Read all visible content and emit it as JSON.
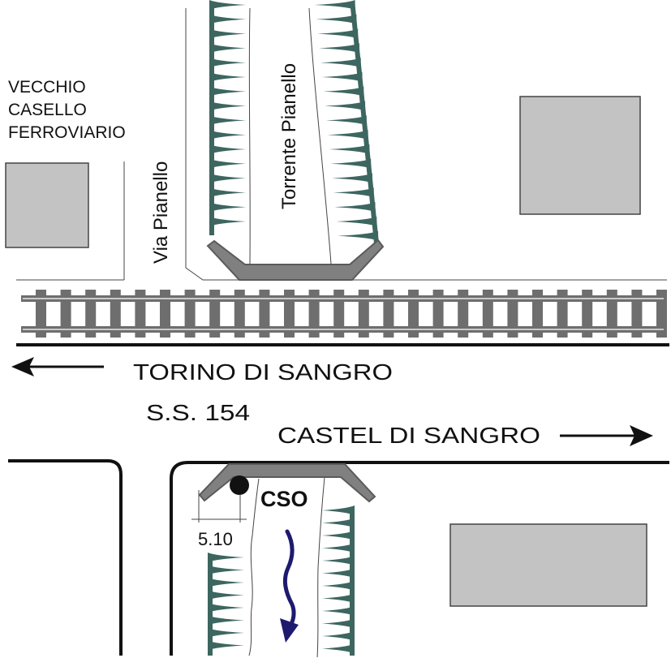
{
  "labels": {
    "old_station": [
      "VECCHIO",
      "CASELLO",
      "FERROVIARIO"
    ],
    "street": "Via Pianello",
    "stream": "Torrente Pianello",
    "direction_west": "TORINO DI SANGRO",
    "road_name": "S.S. 154",
    "direction_east": "CASTEL DI SANGRO",
    "cso": "CSO",
    "dimension": "5.10"
  },
  "icons": {
    "arrow_west": "arrow-left",
    "arrow_east": "arrow-right",
    "flow_direction": "wavy-arrow-down"
  },
  "colors": {
    "building_fill": "#c3c3c3",
    "building_stroke": "#444444",
    "vegetation": "#3d6660",
    "bridge_fill": "#808080",
    "bridge_stroke": "#5a5a5a",
    "rail": "#6e6e6e",
    "road_line": "#111111",
    "flow_arrow": "#1e1a6e"
  }
}
